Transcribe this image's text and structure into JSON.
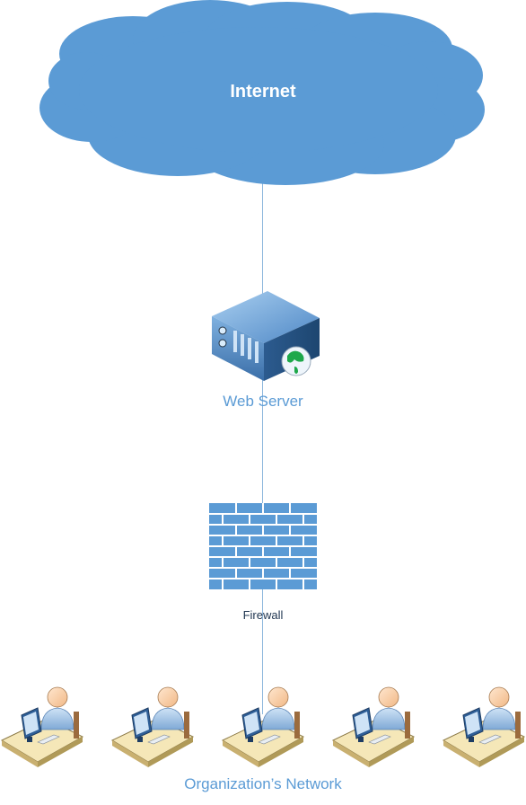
{
  "diagram": {
    "internet_label": "Internet",
    "web_server_label": "Web Server",
    "firewall_label": "Firewall",
    "network_label": "Organization’s Network",
    "workstation_count": 5,
    "icons": {
      "internet": "cloud-icon",
      "web_server": "web-server-icon",
      "firewall": "firewall-brick-wall-icon",
      "workstation": "user-workstation-icon"
    },
    "colors": {
      "cloud": "#5b9bd5",
      "connector": "#8fb8dd",
      "label_blue": "#5b9bd5",
      "firewall_brick": "#5b9bd5",
      "dark_text": "#1f3550"
    }
  }
}
